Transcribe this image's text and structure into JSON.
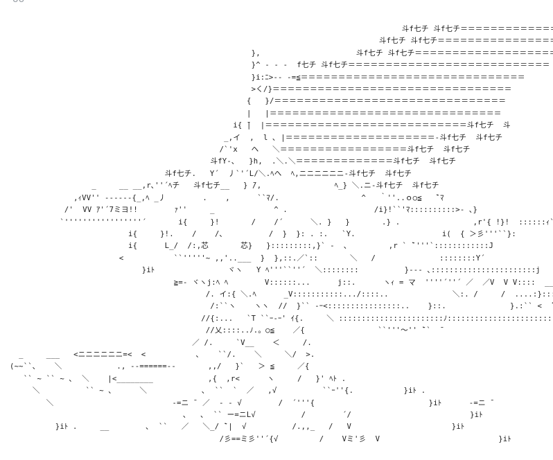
{
  "art": {
    "corner_glyph": "oo",
    "lines": [
      "                                                                                      斗f七チ 斗f七チ＝＝＝＝＝＝＝＝＝＝＝＝＝＝",
      "                                                                                 斗f七チ 斗f七チ＝＝＝＝＝＝＝＝＝＝＝＝＝＝＝＝＝",
      "                                                     },                     斗f七チ 斗f七チ＝＝＝＝＝＝＝＝＝＝＝＝＝＝＝＝＝＝＝＝＝",
      "                                                     }^ - - -  f七チ 斗f七チ＝＝＝＝＝＝＝＝＝＝＝＝＝＝＝＝＝＝＝＝＝＝＝＝＝＝＝",
      "                                                     }i:ﾆ>-- -=≦＝＝＝＝＝＝＝＝＝＝＝＝＝＝＝＝＝＝＝＝＝＝＝＝＝＝＝＝＝＝",
      "                                                     >く/}＝＝＝＝＝＝＝＝＝＝＝＝＝＝＝＝＝＝＝＝＝＝＝＝＝＝＝＝＝＝＝＝",
      "                                                    {   }/＝＝＝＝＝＝＝＝＝＝＝＝＝＝＝＝＝＝＝＝＝＝＝＝＝＝＝＝＝＝＝",
      "                                                    |   |＝＝＝＝＝＝＝＝＝＝＝＝＝＝＝＝＝＝＝＝＝＝＝＝＝＝＝＝＝＝＝",
      "                                                 i{ ̄|  |＝＝＝＝＝＝＝＝＝＝＝＝＝＝＝＝＝＝＝＝＝＝＝＝＝＝＝斗f七チ  斗",
      "                                               _,イ  ,  l ､ |＝＝＝＝＝＝＝＝＝＝＝＝＝＝＝＝＝＝＝＝-斗f七チ  斗f七チ",
      "                                              /`'x   ヘ   ＼＝＝＝＝＝＝＝＝＝＝＝＝＝＝＝＝＝斗f七チ  斗f七チ",
      "                                            斗fY-､   }h,  .＼.＼＝＝＝＝＝＝＝＝＝＝＝＝＝斗f七チ  斗f七チ",
      "                                  斗f七チ.   Y´  丿`'´L/＼.ﾍヘ  ﾍ,ニニニニニニ-斗f七チ  斗f七チ",
      "                  _     __ __,r､''´ﾍチ   斗f七チ__   } ̄/,                ﾍ_} ＼.ニ-斗f七チ  斗f七チ",
      "              ,ｨVV'' ‐‐‐‐‐‐{_,ﾍ _丿        .    ,      ``ﾏ/.                  ^   ｀''..ｏ○≦   ̄`ﾏ",
      "            /'  VV ｱ'´7ミヨ!!        ｧ''     _             ^ .                   /i}!``'ﾏ::::::::::>- ､}",
      "           `'''''''''''''''''´       i{     }!       /    /´      ＼. }   }       .} .                ,r'{ !}!  ::::::ｨ`i\"´",
      "                          i{     }!.    /    /､          /  }  }: . :.   `Y.                   i(  { ＞彡'''``}:",
      "                          i{      L_/  /:,芯       芯}   }:::::::::,}` -  ､         ,r ` ̄`'''`::::::::::::J              ^`ﾍ",
      "                        <           ``'''''~ ,,'..___  }  },::.／`::       ＼   /              ::::::::Y´                 _,}:.､  } -  ､",
      "                             }iﾄ                ヾヽ   Y ﾍ'''``''´  ＼::::::::          }--- ､:::::::::::::::::::::::j          -,,斗ヾ ヽ ヽ::/イ     V",
      "                                    ≧=- ヾヽj:ﾍ ﾍ        V::::::...      j::.      ヽｨ = マ  ''''´''´ ／  ／V  V V::::  __ﾉ",
      "                                           /. イ:{ ＼.ﾍ      _V:::::::::::.../::::..              ＼:. /     /  ....:}:::::}::::}::::}:. ＼",
      "                                            /:``ヽ    ヽヽ  //  }`` -ｰ<::::::::::::::::..    }::.              }.:`` <  ̄`` }:::::}ｱヽ.   ＞",
      "                                          //{:...   `T ``ｰ-ｰ' ｲ{.     ＼ :::::::::::::::::::::::ﾉ:::::::::::::::::::::::::::::ﾉ::::::::::ﾉイ-''``''''''               V`",
      "                                           //乂::::..ﾉ.。○≦    ／{                ``'''～'' ̄``  ̄",
      "                                        ／ /.     `V__    ＜     /.",
      "  _     ___   <ニニニニニニ=<  <           ､    ``/.    ＼     ＼/  >.                                                                     /      ／ |",
      "(~~``､    ＼            ., ‐-======--       ,,/   }`   ＞ ≦     ／{                                                                ／      ／",
      "   `` ~ `` ~ ､  ＼    |<________            ,{  ,r<      ヽ     /   }' ﾍﾄ .                                                      ／      ／",
      "     ＼          `` ~ ､      ＼            ､  ``  `  ／   ,√          ``ｰ''{.           }iﾄ .                                                        /",
      "        ＼                          -=ニ ̄  ／  - - √        /  ´'''{                         }iﾄ      -=ニ ̄                         ／",
      "                                      ､   ､  `` ー=ニL√          /        ´/                          }iﾄ",
      "          }iﾄ .     __        ､  ``   ／   ＼_/ ̄`|  √          /.,,_   /   V                      }iﾄ                                  ／     ､ ヽ ` ` |",
      "                                              /彡==ミ彡''´{√         /    Vミ'彡  V                          }iﾄ                     .。○≦          /"
    ]
  }
}
